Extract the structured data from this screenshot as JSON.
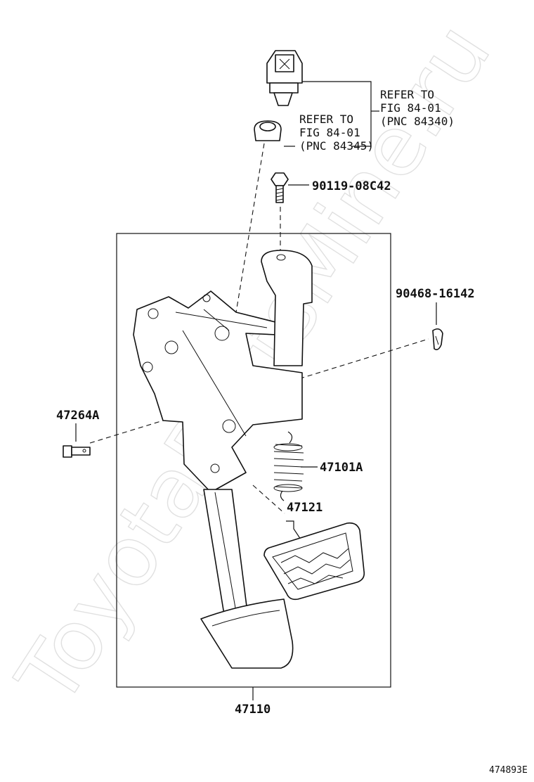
{
  "labels": {
    "refer_switch_line1": "REFER TO",
    "refer_switch_line2": "FIG 84-01",
    "refer_switch_line3": "(PNC 84340)",
    "refer_cushion_line1": "REFER TO",
    "refer_cushion_line2": "FIG 84-01",
    "refer_cushion_line3": "(PNC 84345)",
    "bolt": "90119-08C42",
    "clip": "90468-16142",
    "pin": "47264A",
    "spring": "47101A",
    "pad": "47121",
    "assembly": "47110"
  },
  "watermark": "ToyotaPartsMine.ru",
  "figure_code": "474893E"
}
